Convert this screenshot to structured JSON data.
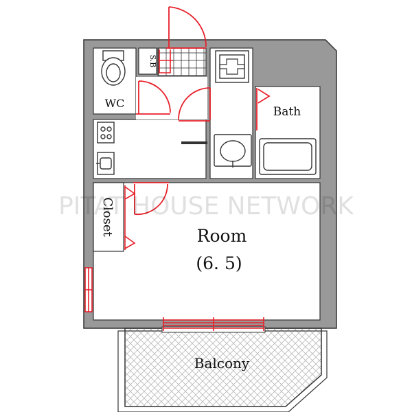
{
  "rooms": {
    "wc": "WC",
    "shoe_box": "S.B",
    "bath": "Bath",
    "closet": "Closet",
    "room": "Room",
    "room_size": "(6. 5)",
    "balcony": "Balcony"
  },
  "watermark": "PITAT HOUSE NETWORK",
  "colors": {
    "wall": "#999999",
    "outline": "#333333",
    "door": "#e8202a",
    "floor": "#ffffff",
    "balcony_hatch": "#bbbbbb",
    "watermark": "#000000"
  }
}
